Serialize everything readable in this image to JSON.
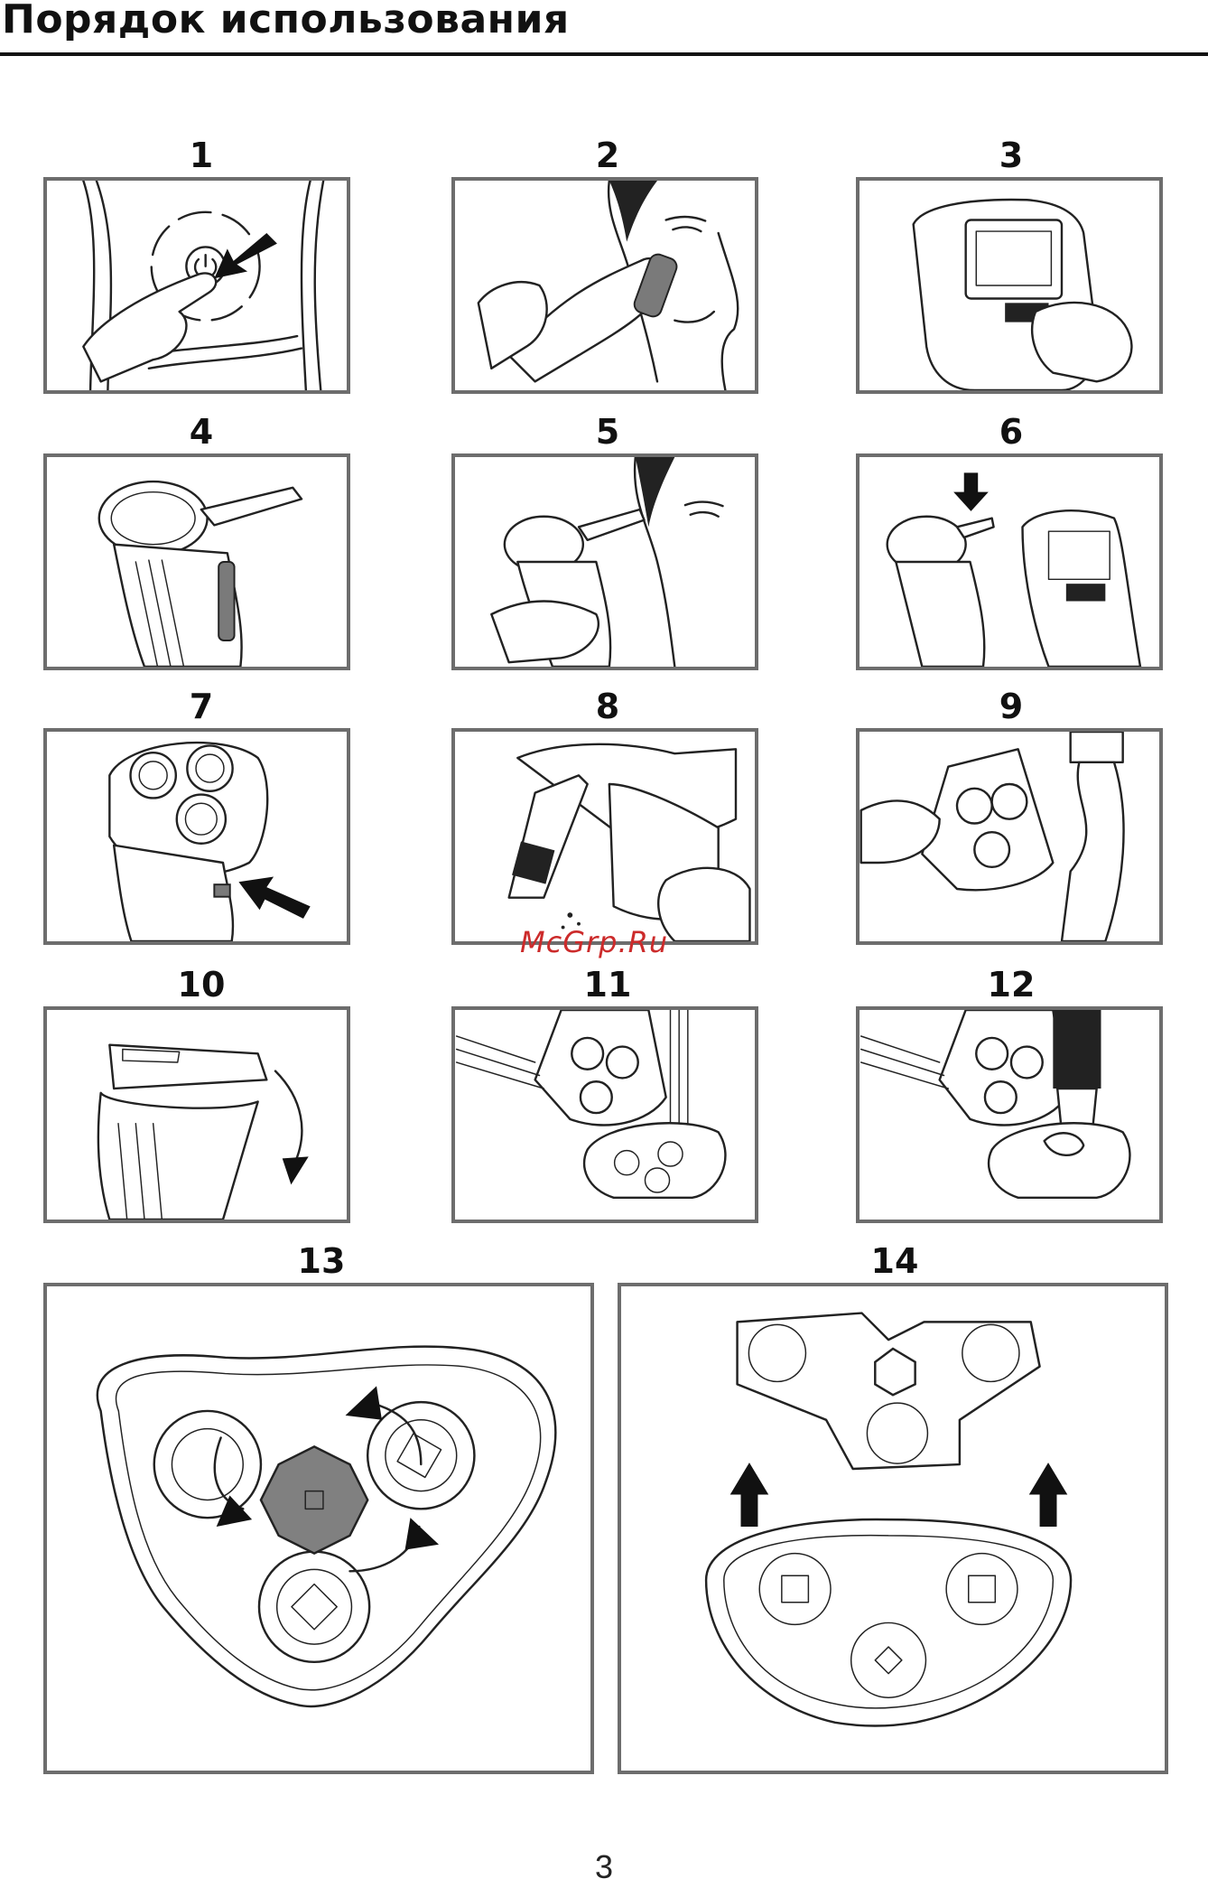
{
  "page": {
    "title": "Порядок использования",
    "watermark": "McGrp.Ru",
    "page_number": "3"
  },
  "steps": [
    {
      "number": "1"
    },
    {
      "number": "2"
    },
    {
      "number": "3"
    },
    {
      "number": "4"
    },
    {
      "number": "5"
    },
    {
      "number": "6"
    },
    {
      "number": "7"
    },
    {
      "number": "8"
    },
    {
      "number": "9"
    },
    {
      "number": "10"
    },
    {
      "number": "11"
    },
    {
      "number": "12"
    },
    {
      "number": "13"
    },
    {
      "number": "14"
    }
  ]
}
